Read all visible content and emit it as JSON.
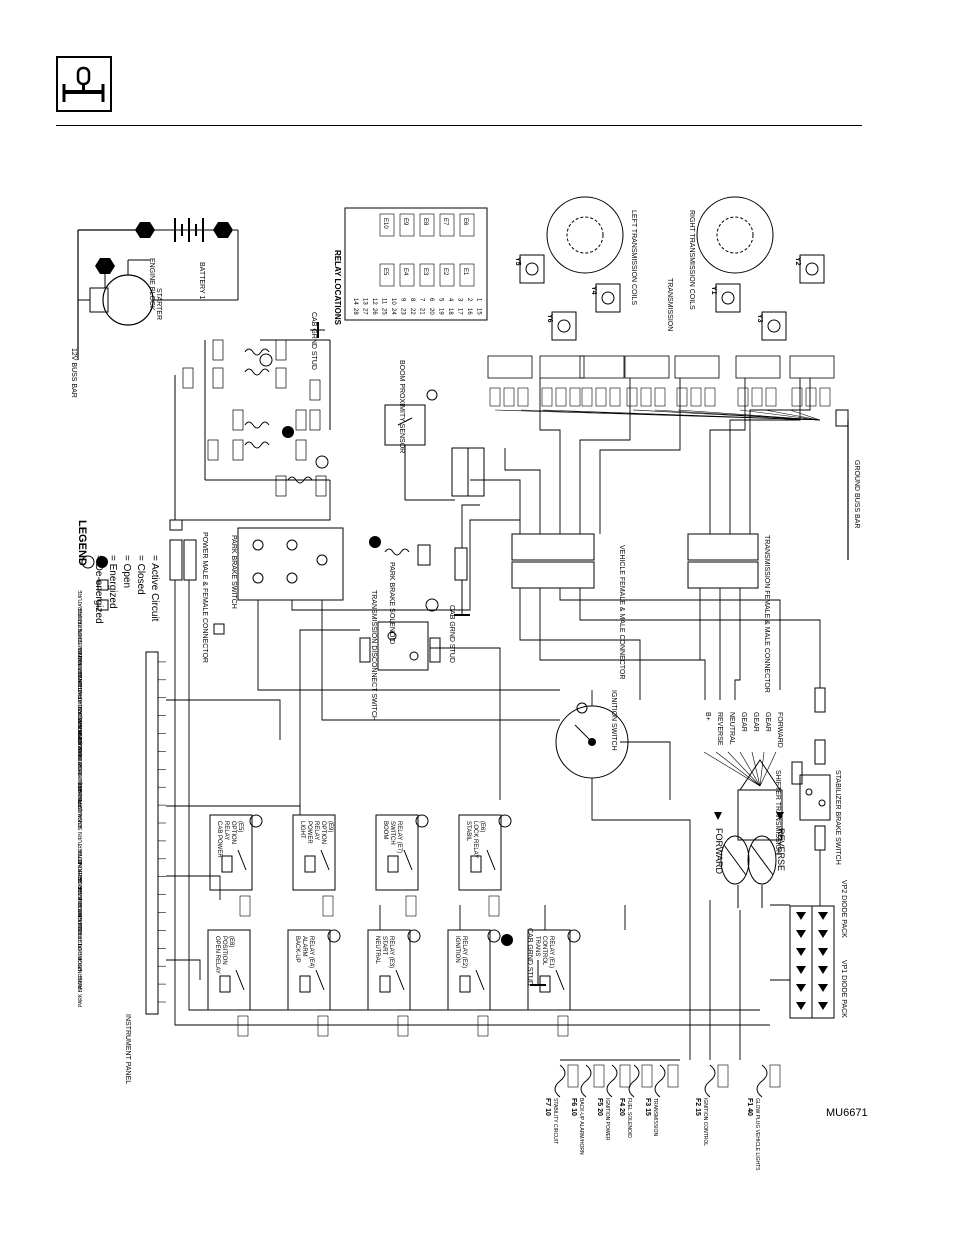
{
  "figure_id": "MU6671",
  "legend": {
    "title": "LEGEND",
    "items": [
      {
        "symbol": "DE",
        "label": "= De-energized"
      },
      {
        "symbol": "E",
        "label": "= Energized"
      },
      {
        "symbol": "O",
        "label": "= Open"
      },
      {
        "symbol": "C",
        "label": "= Closed"
      },
      {
        "symbol": "—",
        "label": "= Active Circuit"
      }
    ]
  },
  "labels": {
    "bus_12v": "12V BUSS BAR",
    "ground_bus": "GROUND BUSS BAR",
    "battery": "BATTERY 1",
    "engine_block": "ENGINE BLOCK",
    "starter": "STARTER",
    "relay_locations": "RELAY LOCATIONS",
    "cab_grnd_stud": "CAB GRND STUD",
    "boom_prox": "BOOM PROXIMITY SENSOR",
    "park_brake_switch": "PARK BRAKE SWITCH",
    "power_connector": "POWER MALE & FEMALE CONNECTOR",
    "vehicle_connector": "VEHICLE FEMALE & MALE CONNECTOR",
    "trans_connector": "TRANSMISSION FEMALE & MALE CONNECTOR",
    "park_brake_solenoid": "PARK BRAKE SOLENOID",
    "trans_disconnect": "TRANSMISSION DISCONNECT SWITCH",
    "transmission": "TRANSMISSION",
    "left_coils": "LEFT TRANSMISSION COILS",
    "right_coils": "RIGHT TRANSMISSION COILS",
    "ignition_switch": "IGNITION SWITCH",
    "shifter": "SHIFTER TRANSMISSION",
    "forward": "FORWARD",
    "reverse": "REVERSE",
    "stabilizer_switch": "STABILIZER BRAKE SWITCH",
    "vp1_diode": "VP1 DIODE PACK",
    "vp2_diode": "VP2 DIODE PACK",
    "instrument_panel": "INSTRUMENT PANEL"
  },
  "shifter_positions": [
    "B+",
    "REVERSE",
    "NEUTRAL",
    "GEAR",
    "GEAR",
    "GEAR",
    "FORWARD"
  ],
  "relay_grid": [
    [
      "14",
      "28"
    ],
    [
      "13",
      "27"
    ],
    [
      "12",
      "26"
    ],
    [
      "11",
      "25"
    ],
    [
      "10",
      "24"
    ],
    [
      "9",
      "23"
    ],
    [
      "8",
      "22"
    ],
    [
      "7",
      "21"
    ],
    [
      "6",
      "20"
    ],
    [
      "5",
      "19"
    ],
    [
      "4",
      "18"
    ],
    [
      "3",
      "17"
    ],
    [
      "2",
      "16"
    ],
    [
      "1",
      "15"
    ]
  ],
  "relay_slots": [
    "E10",
    "E9",
    "E8",
    "E7",
    "E6",
    "E5",
    "E4",
    "E3",
    "E2",
    "E1"
  ],
  "relays_top": [
    {
      "name": "CAB POWER RELAY OPTION (E5)",
      "state": "DE"
    },
    {
      "name": "LIGHT POWER RELAY OPTION (E9)",
      "state": ""
    },
    {
      "name": "BOOM SWITCH RELAY (E7)",
      "state": "DE"
    },
    {
      "name": "STABIL LOCK RELAY (E6)",
      "state": "DE"
    }
  ],
  "relays_bottom": [
    {
      "name": "OPEN RELAY POSITION (E8)",
      "state": ""
    },
    {
      "name": "BACK-UP ALARM RELAY (E4)",
      "state": "DE"
    },
    {
      "name": "NEUTRAL START RELAY (E3)",
      "state": "DE"
    },
    {
      "name": "IGNITION RELAY (E2)",
      "state": "DE"
    },
    {
      "name": "TRANS CONTROL RELAY (E1)",
      "state": "DE"
    }
  ],
  "fuses": [
    {
      "id": "F7",
      "amps": "10",
      "name": "STABILITY CIRCUIT"
    },
    {
      "id": "F6",
      "amps": "10",
      "name": "BACK-UP ALARM/HORN"
    },
    {
      "id": "F5",
      "amps": "20",
      "name": "IGNITION POWER"
    },
    {
      "id": "F4",
      "amps": "20",
      "name": "FUEL SOLENOID"
    },
    {
      "id": "F3",
      "amps": "15",
      "name": "TRANSMISSION"
    },
    {
      "id": "F2",
      "amps": "15",
      "name": "IGNITION CONTROL"
    },
    {
      "id": "F1",
      "amps": "40",
      "name": "GLOW PLUG VEHICLE LIGHTS"
    }
  ],
  "instrument_items": [
    "PARK BRAKE",
    "ALTERNATOR",
    "ENGINE OIL PRESSURE",
    "WATER TEMPERATURE GAUGE",
    "FUEL GAUGE",
    "HOURMETER TACHOMETER",
    "BACK LIGHT",
    "GROUND",
    "POWER",
    "TURN SIGNAL (OPTIONAL)",
    "ENGINE PRE-HEAT",
    "STABIL-TRAK SLOW PIVOT MODE",
    "ACCUMULATOR BRAKE PRESSURE",
    "HIGH BEAM (OPTIONAL)",
    "BUZZER ALARM",
    "HYDRAULIC OIL FILTER",
    "STABIL-TRAK LOCKED MODE",
    "AIR CLEANER",
    "HYDRAULIC OIL TEMPERATURE",
    "TRANSMISSION TEMPERATURE"
  ],
  "coils_left": [
    "Y5",
    "Y6",
    "Y4"
  ],
  "coils_right": [
    "Y2",
    "Y1",
    "Y3"
  ]
}
